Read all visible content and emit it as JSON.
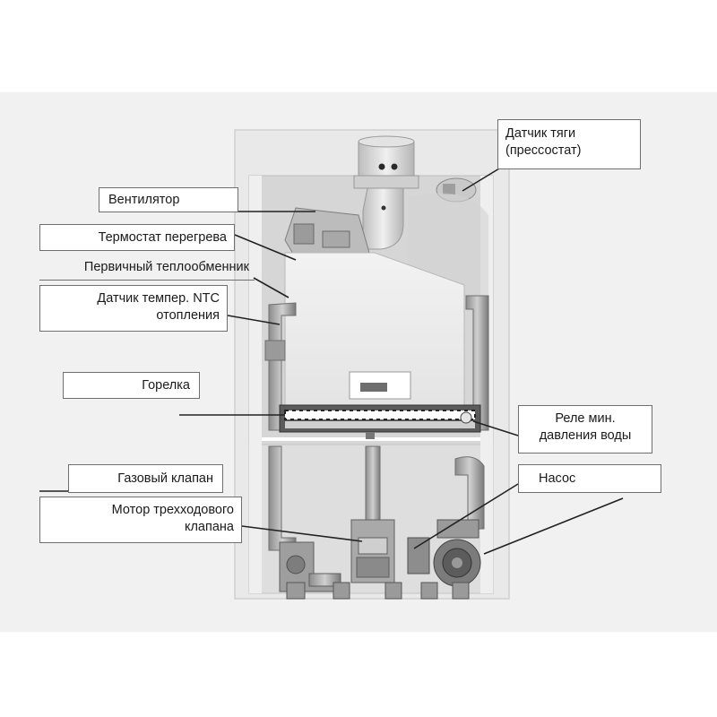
{
  "colors": {
    "background": "#f1f1f1",
    "boiler_body": "#ececec",
    "leader_line": "#222222"
  },
  "labels": {
    "draft_sensor": [
      "Датчик тяги",
      "(прессостат)"
    ],
    "fan": [
      "Вентилятор"
    ],
    "overheat_thermostat": [
      "Термостат перегрева"
    ],
    "primary_heat_exchanger": [
      "Первичный теплообменник"
    ],
    "ntc_sensor": [
      "Датчик темпер. NTC",
      "отопления"
    ],
    "burner": [
      "Горелка"
    ],
    "min_pressure_relay": [
      "Реле мин.",
      "давления воды"
    ],
    "gas_valve": [
      "Газовый клапан"
    ],
    "pump": [
      "Насос"
    ],
    "three_way_motor": [
      "Мотор трехходового",
      "клапана"
    ]
  }
}
